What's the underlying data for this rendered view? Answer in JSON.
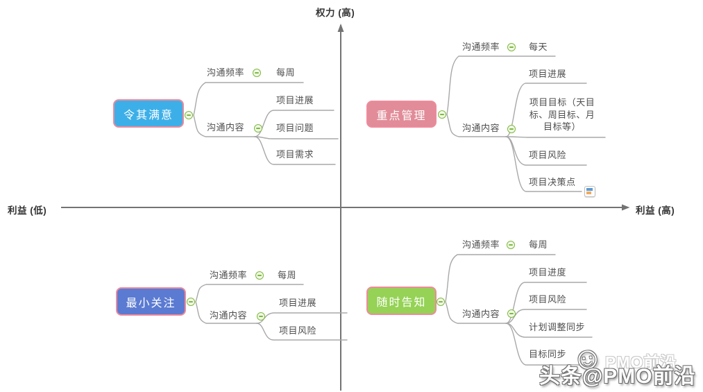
{
  "axes": {
    "top": "权力 (高)",
    "left": "利益 (低)",
    "right": "利益 (高)"
  },
  "quadrants": [
    {
      "id": "keep-satisfied",
      "title": "令其满意",
      "color": "#3DAFE8",
      "branches": [
        {
          "label": "沟通频率",
          "children": [
            "每周"
          ]
        },
        {
          "label": "沟通内容",
          "children": [
            "项目进展",
            "项目问题",
            "项目需求"
          ]
        }
      ]
    },
    {
      "id": "manage-closely",
      "title": "重点管理",
      "color": "#E18C98",
      "branches": [
        {
          "label": "沟通频率",
          "children": [
            "每天"
          ]
        },
        {
          "label": "沟通内容",
          "children": [
            "项目进展",
            "项目目标（天目标、周目标、月目标等）",
            "项目风险",
            "项目决策点"
          ]
        }
      ]
    },
    {
      "id": "monitor-minimum",
      "title": "最小关注",
      "color": "#5B7BD2",
      "branches": [
        {
          "label": "沟通频率",
          "children": [
            "每周"
          ]
        },
        {
          "label": "沟通内容",
          "children": [
            "项目进展",
            "项目风险"
          ]
        }
      ]
    },
    {
      "id": "keep-informed",
      "title": "随时告知",
      "color": "#95D255",
      "branches": [
        {
          "label": "沟通频率",
          "children": [
            "每周"
          ]
        },
        {
          "label": "沟通内容",
          "children": [
            "项目进度",
            "项目风险",
            "计划调整同步",
            "目标同步"
          ]
        }
      ]
    }
  ],
  "icons": {
    "collapse": "minus-circle",
    "decision_marker": "blue-orange-note",
    "smiley": "☺"
  },
  "watermark": {
    "main": "头条@PMO前沿",
    "ghost": "PMO前沿"
  },
  "style_colors": {
    "node_border_pink": "#EF8A9B",
    "connector_gray": "#A8A8A8",
    "axis_gray": "#737373",
    "minus_green": "#7DB93C"
  }
}
